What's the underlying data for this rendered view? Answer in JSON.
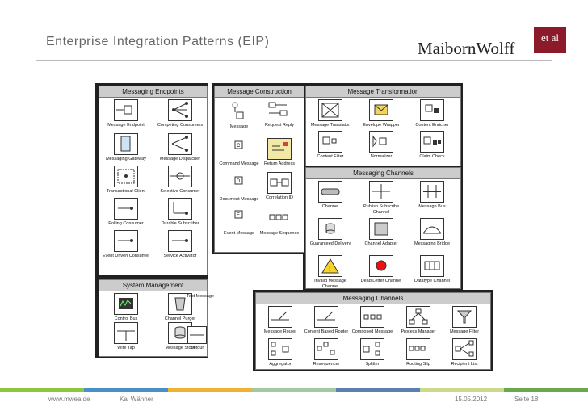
{
  "title": "Enterprise Integration Patterns (EIP)",
  "logo": {
    "word": "MaibornWolff",
    "badge": "et al"
  },
  "footer": {
    "site": "www.mwea.de",
    "author": "Kai Wähner",
    "date": "15.05.2012",
    "page": "Seite 18"
  },
  "panels": {
    "endpoints": "Messaging Endpoints",
    "construction": "Message Construction",
    "transformation": "Message Transformation",
    "channels_small": "Messaging Channels",
    "system": "System Management",
    "channels_big": "Messaging Channels"
  },
  "labels": {
    "endpoint": "Message Endpoint",
    "competing": "Competing Consumers",
    "gateway": "Messaging Gateway",
    "dispatcher": "Message Dispatcher",
    "transactional": "Transactional Client",
    "selective": "Selective Consumer",
    "polling": "Polling Consumer",
    "durable": "Durable Subscriber",
    "eventdriven": "Event Driven Consumer",
    "activator": "Service Activator",
    "message": "Message",
    "reqreply": "Request Reply",
    "command": "Command Message",
    "returnaddr": "Return Address",
    "document": "Document Message",
    "correlation": "Correlation ID",
    "event": "Event Message",
    "sequence": "Message Sequence",
    "translator": "Message Translator",
    "wrapper": "Envelope Wrapper",
    "enricher": "Content Enricher",
    "cfilter": "Content Filter",
    "normalizer": "Normalizer",
    "claimcheck": "Claim Check",
    "channel": "Channel",
    "pubsub": "Publish Subscribe Channel",
    "bus": "Message Bus",
    "guaranteed": "Guaranteed Delivery",
    "adapter": "Channel Adapter",
    "bridge": "Messaging Bridge",
    "invalid": "Invalid Message Channel",
    "deadletter": "Dead Letter Channel",
    "datatype": "Datatype Channel",
    "controlbus": "Control Bus",
    "purger": "Channel Purger",
    "testmsg": "Test Message",
    "wiretap": "Wire Tap",
    "store": "Message Store",
    "detour": "Detour",
    "router": "Message Router",
    "cbr": "Content Based Router",
    "composed": "Composed Message",
    "procmgr": "Process Manager",
    "mfilter": "Message Filter",
    "aggregator": "Aggregator",
    "resequencer": "Resequencer",
    "splitter": "Splitter",
    "slip": "Routing Slip",
    "recipients": "Recipient List"
  },
  "colors": {
    "footer_bar": [
      "#8dc63f",
      "#4a90c8",
      "#f2b134",
      "#a3c8a0",
      "#5b7fb0",
      "#cbd98a",
      "#6aa84f"
    ],
    "accent": "#8b1a2b"
  }
}
